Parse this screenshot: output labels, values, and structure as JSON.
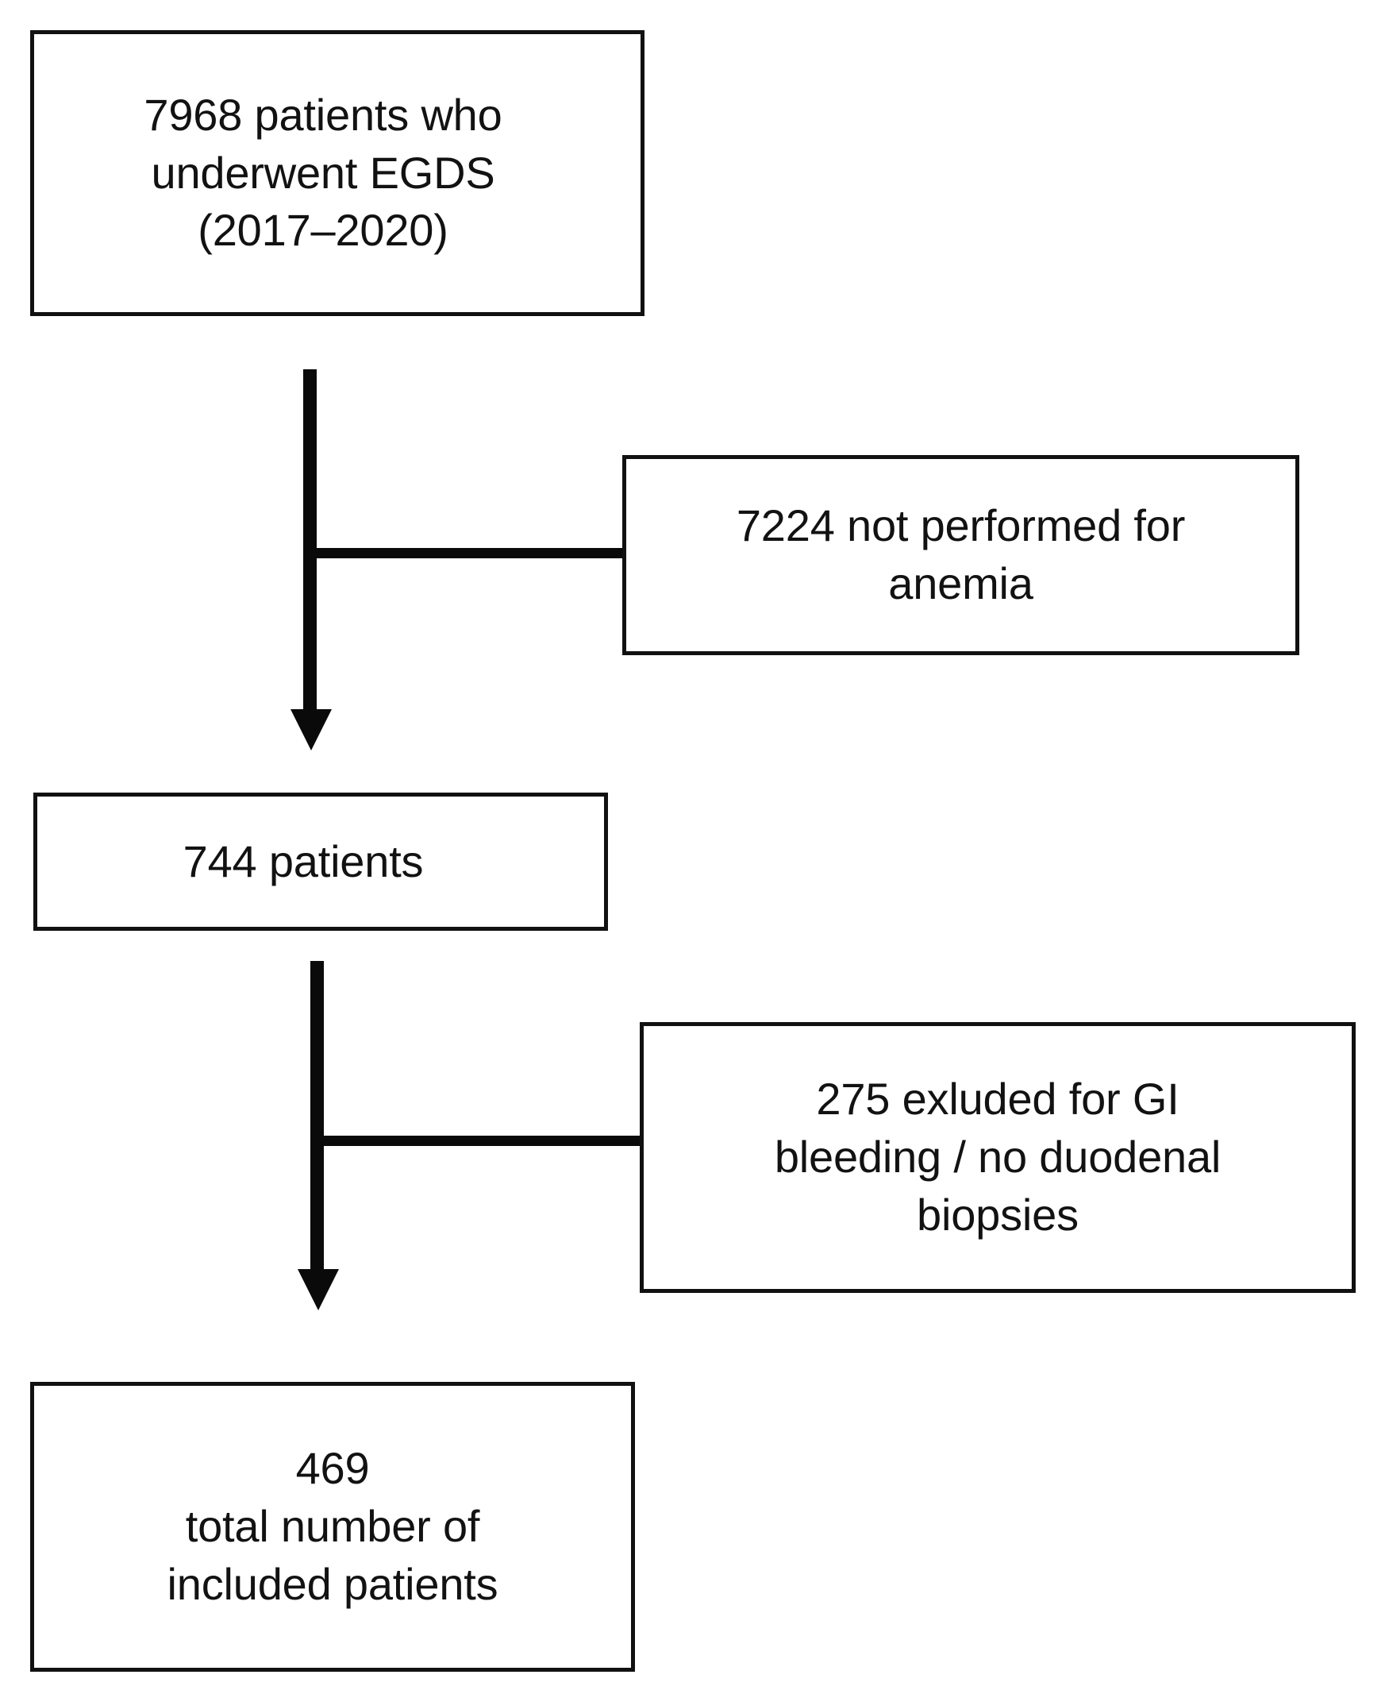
{
  "diagram": {
    "type": "patient-selection-flowchart",
    "title": "",
    "nodes": [
      {
        "id": "cohort",
        "role": "start",
        "label": "7968 patients who\nunderwent EGDS\n(2017–2020)",
        "count": 7968
      },
      {
        "id": "excluded-anemia",
        "role": "exclusion",
        "label": "7224 not performed for\nanemia",
        "count": 7224
      },
      {
        "id": "remaining-744",
        "role": "intermediate",
        "label": "744 patients",
        "count": 744
      },
      {
        "id": "excluded-gi",
        "role": "exclusion",
        "label": "275 exluded for GI\nbleeding / no duodenal\nbiopsies",
        "count": 275
      },
      {
        "id": "included",
        "role": "end",
        "label": "469\ntotal number of\nincluded patients",
        "count": 469
      }
    ],
    "connectors": [
      {
        "id": "arrow-cohort-to-744",
        "from": "cohort",
        "to": "remaining-744",
        "branch_to": "excluded-anemia",
        "style": "elbow-with-arrowhead"
      },
      {
        "id": "arrow-744-to-included",
        "from": "remaining-744",
        "to": "included",
        "branch_to": "excluded-gi",
        "style": "elbow-with-arrowhead"
      }
    ],
    "colors": {
      "box_border": "#111111",
      "box_fill": "#ffffff",
      "connector": "#0a0a0a",
      "text": "#121212",
      "background": "#ffffff"
    }
  }
}
